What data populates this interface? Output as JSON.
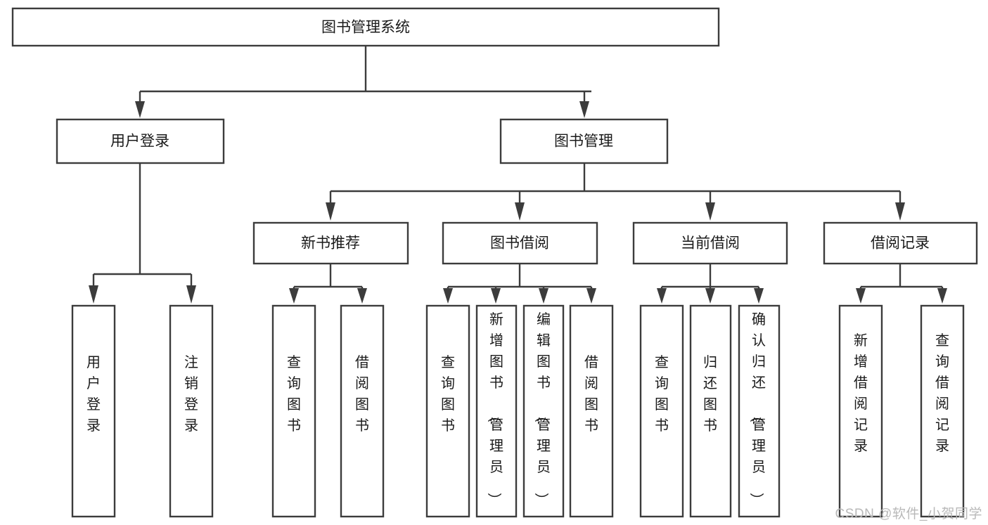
{
  "diagram": {
    "title": "图书管理系统",
    "type": "hierarchy-tree",
    "watermark": "CSDN @软件_小贺同学",
    "colors": {
      "background": "#ffffff",
      "box_fill": "#ffffff",
      "box_stroke": "#3c3c3c",
      "text": "#1a1a1a",
      "watermark": "#b9b9b9"
    },
    "levels": [
      {
        "level": 1,
        "nodes": [
          {
            "id": "root",
            "label": "图书管理系统",
            "orientation": "horizontal"
          }
        ]
      },
      {
        "level": 2,
        "nodes": [
          {
            "id": "user-login",
            "label": "用户登录",
            "orientation": "horizontal",
            "parent": "root"
          },
          {
            "id": "book-management",
            "label": "图书管理",
            "orientation": "horizontal",
            "parent": "root"
          }
        ]
      },
      {
        "level": 3,
        "nodes": [
          {
            "id": "new-book-recommend",
            "label": "新书推荐",
            "orientation": "horizontal",
            "parent": "book-management"
          },
          {
            "id": "book-borrow",
            "label": "图书借阅",
            "orientation": "horizontal",
            "parent": "book-management"
          },
          {
            "id": "current-borrow",
            "label": "当前借阅",
            "orientation": "horizontal",
            "parent": "book-management"
          },
          {
            "id": "borrow-record",
            "label": "借阅记录",
            "orientation": "horizontal",
            "parent": "book-management"
          }
        ]
      },
      {
        "level": 4,
        "nodes": [
          {
            "id": "leaf-user-login",
            "label": "用户登录",
            "orientation": "vertical",
            "parent": "user-login"
          },
          {
            "id": "leaf-logout",
            "label": "注销登录",
            "orientation": "vertical",
            "parent": "user-login"
          },
          {
            "id": "leaf-query-book-1",
            "label": "查询图书",
            "orientation": "vertical",
            "parent": "new-book-recommend"
          },
          {
            "id": "leaf-borrow-book-1",
            "label": "借阅图书",
            "orientation": "vertical",
            "parent": "new-book-recommend"
          },
          {
            "id": "leaf-query-book-2",
            "label": "查询图书",
            "orientation": "vertical",
            "parent": "book-borrow"
          },
          {
            "id": "leaf-add-book",
            "label": "新增图书（管理员）",
            "orientation": "vertical",
            "parent": "book-borrow"
          },
          {
            "id": "leaf-edit-book",
            "label": "编辑图书（管理员）",
            "orientation": "vertical",
            "parent": "book-borrow"
          },
          {
            "id": "leaf-borrow-book-2",
            "label": "借阅图书",
            "orientation": "vertical",
            "parent": "book-borrow"
          },
          {
            "id": "leaf-query-book-3",
            "label": "查询图书",
            "orientation": "vertical",
            "parent": "current-borrow"
          },
          {
            "id": "leaf-return-book",
            "label": "归还图书",
            "orientation": "vertical",
            "parent": "current-borrow"
          },
          {
            "id": "leaf-confirm-return",
            "label": "确认归还（管理员）",
            "orientation": "vertical",
            "parent": "current-borrow"
          },
          {
            "id": "leaf-add-record",
            "label": "新增借阅记录",
            "orientation": "vertical",
            "parent": "borrow-record"
          },
          {
            "id": "leaf-query-record",
            "label": "查询借阅记录",
            "orientation": "vertical",
            "parent": "borrow-record"
          }
        ]
      }
    ]
  }
}
